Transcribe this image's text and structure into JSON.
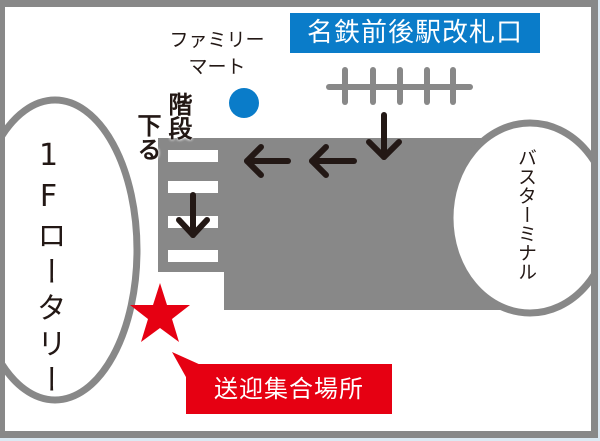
{
  "map": {
    "station_exit": "名鉄前後駅改札口",
    "convenience_store": "ファミリー\nマート",
    "convenience_store_line1": "ファミリー",
    "convenience_store_line2": "マート",
    "stairs_label_1": "階段",
    "stairs_label_2": "下る",
    "rotary_label": "1F ロータリー",
    "rotary_label_line1": "1F",
    "rotary_label_line2": "ロータリー",
    "bus_terminal": "バスターミナル",
    "meeting_point": "送迎集合場所"
  },
  "colors": {
    "frame": "#888888",
    "station_label_bg": "#0a7cc9",
    "store_marker": "#0a7cc9",
    "meeting_point_bg": "#e60012",
    "star": "#e60012",
    "arrow": "#231815",
    "building": "#888888"
  },
  "icons": [
    "ticket-gate-icon",
    "store-location-dot",
    "arrow-down-icon",
    "arrow-left-icon",
    "star-marker-icon"
  ]
}
